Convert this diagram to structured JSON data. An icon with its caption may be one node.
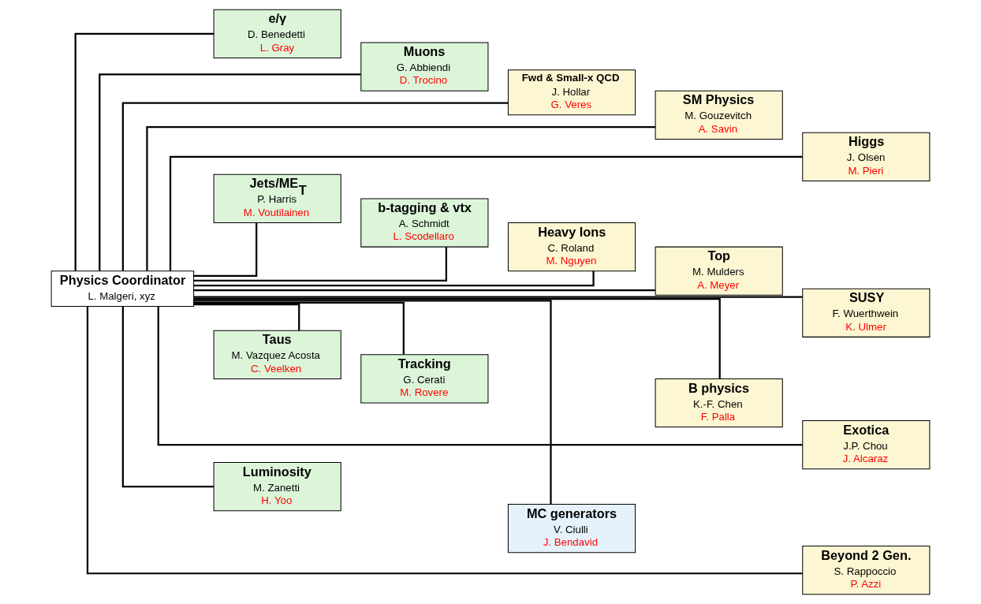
{
  "diagram": {
    "nodes": [
      {
        "text": [
          "Physics Coordinator",
          "L. Malgeri, xyz"
        ]
      },
      {
        "text": [
          "e/γ",
          "D. Benedetti",
          "L. Gray"
        ]
      },
      {
        "text": [
          "Muons",
          "G. Abbiendi",
          "D. Trocino"
        ]
      },
      {
        "text": [
          "Fwd & Small-x QCD",
          "J. Hollar",
          "G. Veres"
        ]
      },
      {
        "text": [
          "SM Physics",
          "M. Gouzevitch",
          "A. Savin"
        ]
      },
      {
        "text": [
          "Higgs",
          "J. Olsen",
          "M. Pieri"
        ]
      },
      {
        "text": [
          "Jets/ME$_{T}$",
          "P. Harris",
          "M. Voutilainen"
        ]
      },
      {
        "text": [
          "b-tagging & vtx",
          "A. Schmidt",
          "L. Scodellaro"
        ]
      },
      {
        "text": [
          "Heavy Ions",
          "C. Roland",
          "M. Nguyen"
        ]
      },
      {
        "text": [
          "Top",
          "M. Mulders",
          "A. Meyer"
        ]
      },
      {
        "text": [
          "SUSY",
          "F. Wuerthwein",
          "K. Ulmer"
        ]
      },
      {
        "text": [
          "Taus",
          "M. Vazquez Acosta",
          "C. Veelken"
        ]
      },
      {
        "text": [
          "Tracking",
          "G. Cerati",
          "M. Rovere"
        ]
      },
      {
        "text": [
          "B physics",
          "K.-F. Chen",
          "F. Palla"
        ]
      },
      {
        "text": [
          "Exotica",
          "J.P. Chou",
          "J. Alcaraz"
        ]
      },
      {
        "text": [
          "Luminosity",
          "M. Zanetti",
          "H. Yoo"
        ]
      },
      {
        "text": [
          "MC generators",
          "V. Ciulli",
          "J. Bendavid"
        ]
      },
      {
        "text": [
          "Beyond 2 Gen.",
          "S. Rappoccio",
          "P. Azzi"
        ]
      }
    ],
    "edges": [
      {
        "from": 0,
        "to": 1,
        "arrow": "none"
      },
      {
        "from": 0,
        "to": 2,
        "arrow": "none"
      },
      {
        "from": 0,
        "to": 3,
        "arrow": "none"
      },
      {
        "from": 0,
        "to": 4,
        "arrow": "none"
      },
      {
        "from": 0,
        "to": 5,
        "arrow": "none"
      },
      {
        "from": 0,
        "to": 6,
        "arrow": "none"
      },
      {
        "from": 0,
        "to": 7,
        "arrow": "none"
      },
      {
        "from": 0,
        "to": 8,
        "arrow": "none"
      },
      {
        "from": 0,
        "to": 9,
        "arrow": "none"
      },
      {
        "from": 0,
        "to": 10,
        "arrow": "none"
      },
      {
        "from": 0,
        "to": 11,
        "arrow": "none"
      },
      {
        "from": 0,
        "to": 12,
        "arrow": "none"
      },
      {
        "from": 0,
        "to": 13,
        "arrow": "none"
      },
      {
        "from": 0,
        "to": 14,
        "arrow": "none"
      },
      {
        "from": 0,
        "to": 15,
        "arrow": "none"
      },
      {
        "from": 0,
        "to": 16,
        "arrow": "none"
      },
      {
        "from": 0,
        "to": 17,
        "arrow": "none"
      }
    ]
  }
}
